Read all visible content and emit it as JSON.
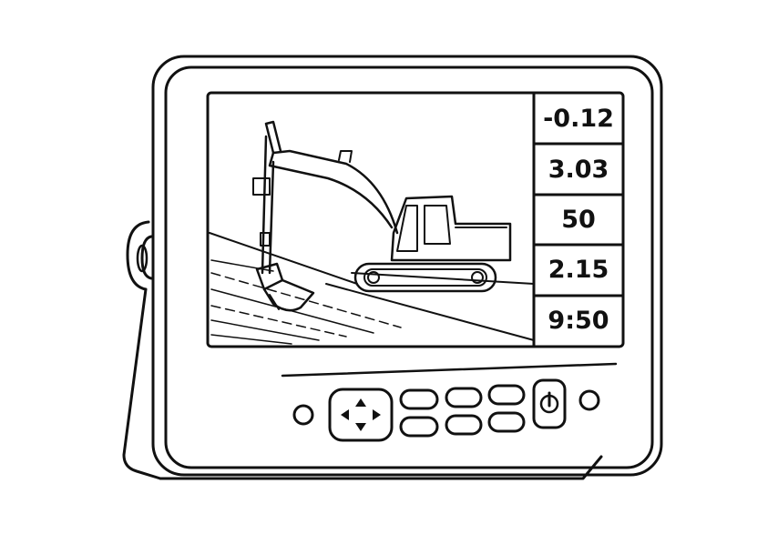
{
  "monitor": {
    "readouts": [
      "-0.12",
      "3.03",
      "50",
      "2.15",
      "9:50"
    ]
  },
  "icons": {
    "dpad": "dpad-arrows-icon",
    "power": "power-icon"
  },
  "colors": {
    "line": "#111111",
    "background": "#ffffff"
  }
}
